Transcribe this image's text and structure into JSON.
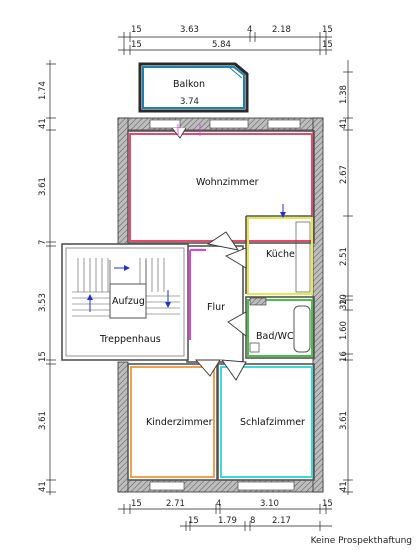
{
  "rooms": {
    "balkon": {
      "label": "Balkon",
      "size": "3.74"
    },
    "wohnzimmer": "Wohnzimmer",
    "kueche": "Küche",
    "aufzug": "Aufzug",
    "flur": "Flur",
    "bad": "Bad/WC",
    "treppenhaus": "Treppenhaus",
    "kinderzimmer": "Kinderzimmer",
    "schlafzimmer": "Schlafzimmer"
  },
  "dims_top": {
    "row1": [
      "15",
      "3.63",
      "4",
      "2.18",
      "15"
    ],
    "row2": [
      "15",
      "5.84",
      "15"
    ]
  },
  "dims_bottom": {
    "row1": [
      "15",
      "2.71",
      "4",
      "3.10",
      "15"
    ],
    "row2": [
      "15",
      "1.79",
      "8",
      "2.17"
    ]
  },
  "dims_left": [
    "1.74",
    "41",
    "3.61",
    "7",
    "3.53",
    "15",
    "3.61",
    "41"
  ],
  "dims_right": [
    "1.38",
    "41",
    "2.67",
    "2.51",
    "10",
    "32",
    "1.60",
    "16",
    "3.61",
    "41"
  ],
  "footer": "Keine Prospekthaftung",
  "colors": {
    "wall": "#9a9a9a",
    "wohnzimmer": "#e8486a",
    "kueche": "#e8e84a",
    "bad": "#4ac04a",
    "kinderzimmer": "#f0a050",
    "schlafzimmer": "#40d8d8",
    "flur": "#e040e0",
    "balkon": "#2080b0"
  }
}
